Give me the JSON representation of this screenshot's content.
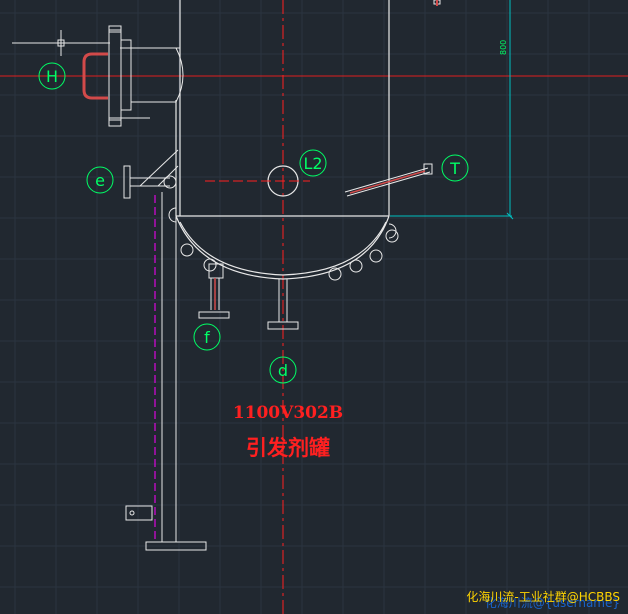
{
  "drawing": {
    "equipment_tag": "1100V302B",
    "equipment_name": "引发剂罐",
    "dimension_label": "800",
    "nozzles": [
      "H",
      "L2",
      "T",
      "e",
      "f",
      "d"
    ],
    "colors": {
      "background": "#212830",
      "grid": "#2b3440",
      "outline": "#e8e8e8",
      "centerline": "#ff2020",
      "crosshair": "#e01e1e",
      "dimension": "#00c0c0",
      "bubble": "#00ff66",
      "dashed_pipe": "#ff00ff",
      "tag": "#ff2020"
    }
  },
  "watermark": {
    "main": "化海川流-工业社群@HCBBS",
    "sub": "化海川流@{username}"
  }
}
